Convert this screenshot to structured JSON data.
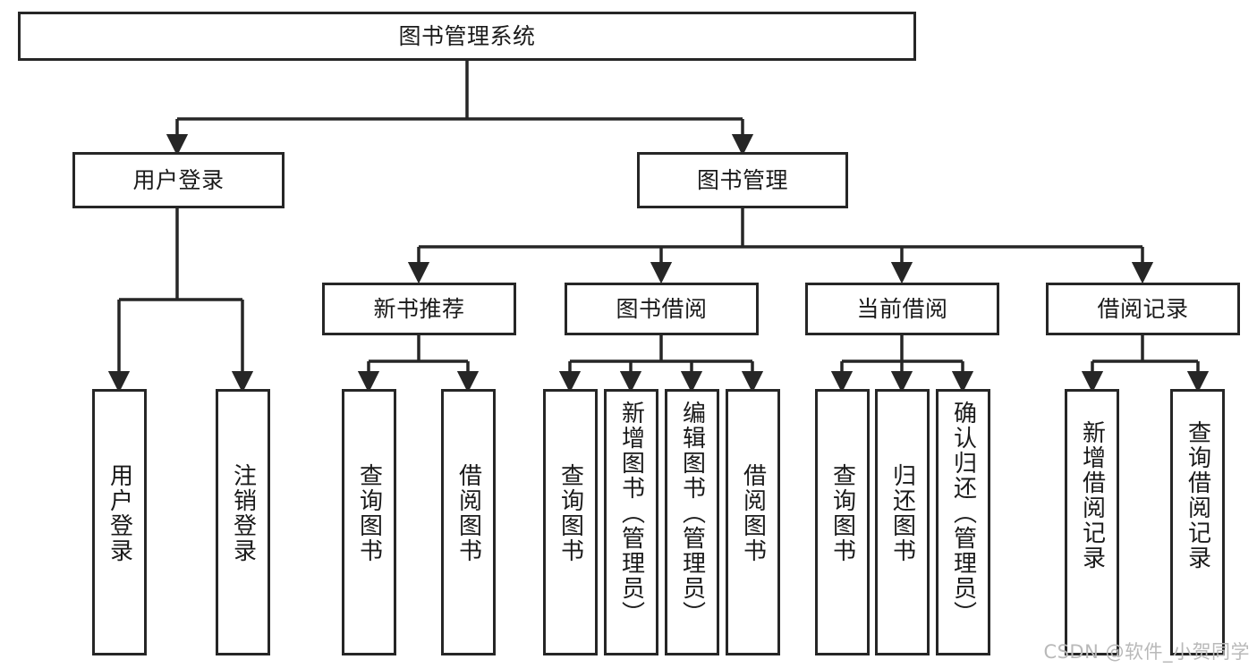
{
  "diagram": {
    "title_node": {
      "id": "root",
      "label": "图书管理系统"
    },
    "branches": [
      {
        "id": "user-login",
        "label": "用户登录"
      },
      {
        "id": "book-manage",
        "label": "图书管理"
      }
    ],
    "sub_branches": [
      {
        "id": "new-book-rec",
        "label": "新书推荐"
      },
      {
        "id": "book-borrow",
        "label": "图书借阅"
      },
      {
        "id": "current-borrow",
        "label": "当前借阅"
      },
      {
        "id": "borrow-record",
        "label": "借阅记录"
      }
    ],
    "leaves": [
      {
        "id": "leaf-user-login",
        "label": "用户登录",
        "parent": "user-login"
      },
      {
        "id": "leaf-user-logout",
        "label": "注销登录",
        "parent": "user-login"
      },
      {
        "id": "leaf-query-book-1",
        "label": "查询图书",
        "parent": "new-book-rec"
      },
      {
        "id": "leaf-borrow-book-1",
        "label": "借阅图书",
        "parent": "new-book-rec"
      },
      {
        "id": "leaf-query-book-2",
        "label": "查询图书",
        "parent": "book-borrow"
      },
      {
        "id": "leaf-add-book",
        "label": "新增图书（管理员）",
        "parent": "book-borrow"
      },
      {
        "id": "leaf-edit-book",
        "label": "编辑图书（管理员）",
        "parent": "book-borrow"
      },
      {
        "id": "leaf-borrow-book-2",
        "label": "借阅图书",
        "parent": "book-borrow"
      },
      {
        "id": "leaf-query-book-3",
        "label": "查询图书",
        "parent": "current-borrow"
      },
      {
        "id": "leaf-return-book",
        "label": "归还图书",
        "parent": "current-borrow"
      },
      {
        "id": "leaf-confirm-return",
        "label": "确认归还（管理员）",
        "parent": "current-borrow"
      },
      {
        "id": "leaf-add-record",
        "label": "新增借阅记录",
        "parent": "borrow-record"
      },
      {
        "id": "leaf-query-record",
        "label": "查询借阅记录",
        "parent": "borrow-record"
      }
    ],
    "watermark": "CSDN @软件_小贺同学",
    "colors": {
      "stroke": "#262626",
      "fill": "#ffffff",
      "text": "#1a1a1a",
      "watermark": "#b9b9b9"
    }
  }
}
